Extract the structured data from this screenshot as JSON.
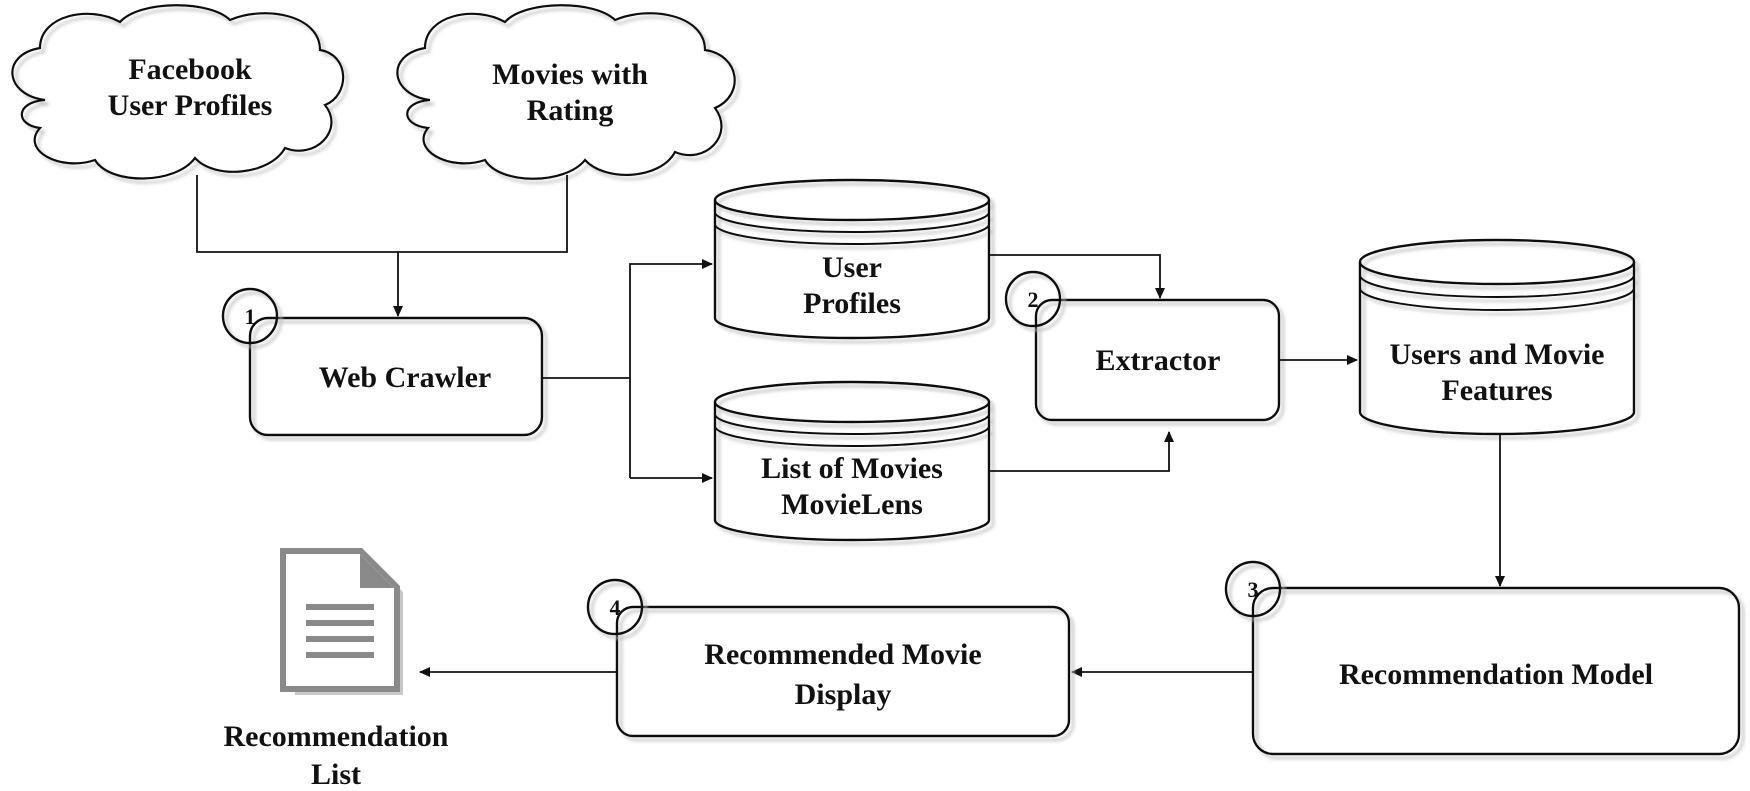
{
  "sources": {
    "facebook": {
      "line1": "Facebook",
      "line2": "User Profiles"
    },
    "movies": {
      "line1": "Movies with",
      "line2": "Rating"
    }
  },
  "processes": {
    "web_crawler": {
      "number": "1",
      "label": "Web Crawler"
    },
    "extractor": {
      "number": "2",
      "label": "Extractor"
    },
    "recommendation_model": {
      "number": "3",
      "label": "Recommendation Model"
    },
    "recommended_display": {
      "number": "4",
      "line1": "Recommended Movie",
      "line2": "Display"
    }
  },
  "stores": {
    "user_profiles": {
      "line1": "User",
      "line2": "Profiles"
    },
    "movie_list": {
      "line1": "List of Movies",
      "line2": "MovieLens"
    },
    "features": {
      "line1": "Users and Movie",
      "line2": "Features"
    }
  },
  "output": {
    "icon": "document-icon",
    "line1": "Recommendation",
    "line2": "List"
  },
  "colors": {
    "stroke": "#111111",
    "fill": "#ffffff",
    "document": "#8a8a8a",
    "shadow": "#c8c8c8"
  }
}
